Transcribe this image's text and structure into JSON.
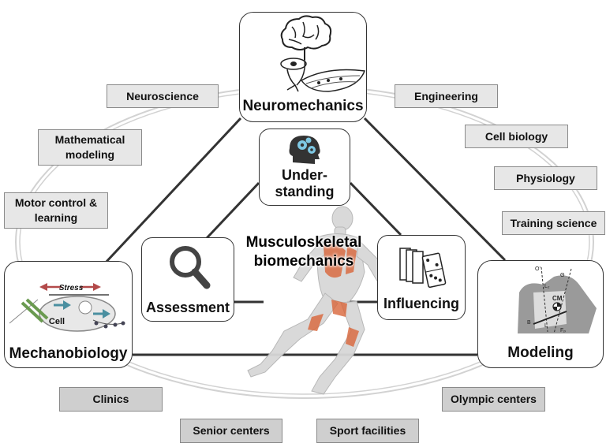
{
  "center": {
    "title_line1": "Musculoskeletal",
    "title_line2": "biomechanics"
  },
  "nodes": {
    "neuromechanics": "Neuromechanics",
    "mechanobiology": "Mechanobiology",
    "modeling": "Modeling",
    "understanding_line1": "Under-",
    "understanding_line2": "standing",
    "assessment": "Assessment",
    "influencing": "Influencing"
  },
  "mechanobiology_detail": {
    "stress": "Stress",
    "cell": "Cell"
  },
  "modeling_detail": {
    "cm": "CM",
    "fp": "Fₚ",
    "b": "B",
    "l": "L",
    "o": "O'",
    "theta": "Θ",
    "l2": "L₂"
  },
  "fields": {
    "neuroscience": "Neuroscience",
    "math_line1": "Mathematical",
    "math_line2": "modeling",
    "motor_line1": "Motor control &",
    "motor_line2": "learning",
    "engineering": "Engineering",
    "cell_biology": "Cell biology",
    "physiology": "Physiology",
    "training_science": "Training science"
  },
  "settings": {
    "clinics": "Clinics",
    "senior_centers": "Senior centers",
    "sport_facilities": "Sport facilities",
    "olympic_centers": "Olympic centers"
  },
  "colors": {
    "line": "#333333",
    "ring": "#cccccc",
    "tag_light": "#e7e7e7",
    "tag_dark": "#cfcfcf",
    "muscle": "#d9663a",
    "arrow_red": "#b34a4a",
    "arrow_teal": "#4a8fa0",
    "gear": "#7ec8e3"
  }
}
